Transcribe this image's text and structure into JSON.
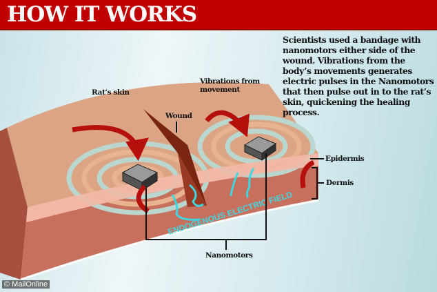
{
  "header": {
    "title": "HOW IT WORKS"
  },
  "description": "Scientists used a bandage with nanomotors either side of the wound. Vibrations from the body’s movements generates electric pulses in the Nanomotors that then pulse out in to the rat’s skin, quickening the healing process.",
  "labels": {
    "rats_skin": "Rat’s skin",
    "vibrations": "Vibrations from movement",
    "wound": "Wound",
    "epidermis": "Epidermis",
    "dermis": "Dermis",
    "nanomotors": "Nanomotors",
    "field": "ENDOGENOUS ELECTRIC FIELD"
  },
  "credit": "© MailOnline",
  "colors": {
    "header": "#c00000",
    "skin_top": "#dba585",
    "dermis": "#c8705e",
    "epidermis": "#f2b7a6",
    "arrow_red": "#b5100c",
    "field_cyan": "#3fd6e0"
  }
}
